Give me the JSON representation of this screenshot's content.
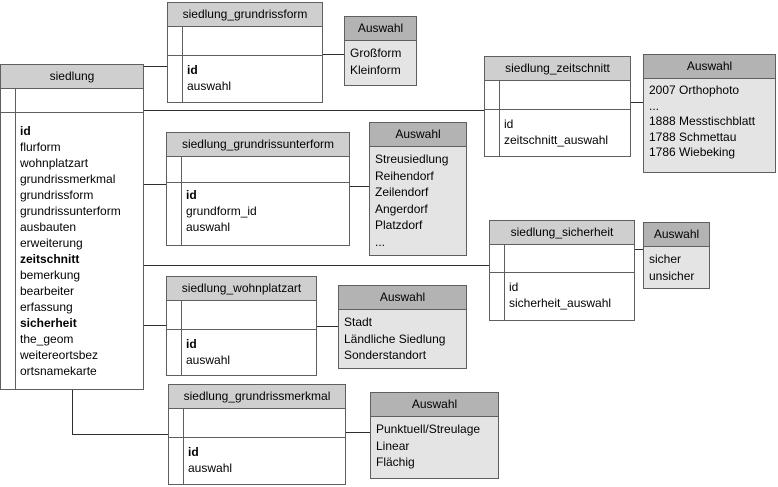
{
  "main_table": {
    "name": "siedlung",
    "fields": [
      {
        "name": "id",
        "bold": true
      },
      {
        "name": "flurform",
        "bold": false
      },
      {
        "name": "wohnplatzart",
        "bold": false
      },
      {
        "name": "grundrissmerkmal",
        "bold": false
      },
      {
        "name": "grundrissform",
        "bold": false
      },
      {
        "name": "grundrissunterform",
        "bold": false
      },
      {
        "name": "ausbauten",
        "bold": false
      },
      {
        "name": "erweiterung",
        "bold": false
      },
      {
        "name": "zeitschnitt",
        "bold": true
      },
      {
        "name": "bemerkung",
        "bold": false
      },
      {
        "name": "bearbeiter",
        "bold": false
      },
      {
        "name": "erfassung",
        "bold": false
      },
      {
        "name": "sicherheit",
        "bold": true
      },
      {
        "name": "the_geom",
        "bold": false
      },
      {
        "name": "weitereortsbez",
        "bold": false
      },
      {
        "name": "ortsnamekarte",
        "bold": false
      }
    ]
  },
  "tables": [
    {
      "id": "grundrissform",
      "name": "siedlung_grundrissform",
      "fields": [
        {
          "name": "id",
          "bold": true
        },
        {
          "name": "auswahl",
          "bold": false
        }
      ]
    },
    {
      "id": "zeitschnitt",
      "name": "siedlung_zeitschnitt",
      "fields": [
        {
          "name": "id",
          "bold": false
        },
        {
          "name": "zeitschnitt_auswahl",
          "bold": false
        }
      ]
    },
    {
      "id": "grundrissunterform",
      "name": "siedlung_grundrissunterform",
      "fields": [
        {
          "name": "id",
          "bold": true
        },
        {
          "name": "grundform_id",
          "bold": false
        },
        {
          "name": "auswahl",
          "bold": false
        }
      ]
    },
    {
      "id": "sicherheit",
      "name": "siedlung_sicherheit",
      "fields": [
        {
          "name": "id",
          "bold": false
        },
        {
          "name": "sicherheit_auswahl",
          "bold": false
        }
      ]
    },
    {
      "id": "wohnplatzart",
      "name": "siedlung_wohnplatzart",
      "fields": [
        {
          "name": "id",
          "bold": true
        },
        {
          "name": "auswahl",
          "bold": false
        }
      ]
    },
    {
      "id": "grundrissmerkmal",
      "name": "siedlung_grundrissmerkmal",
      "fields": [
        {
          "name": "id",
          "bold": true
        },
        {
          "name": "auswahl",
          "bold": false
        }
      ]
    }
  ],
  "enums": [
    {
      "id": "grundrissform",
      "title": "Auswahl",
      "values": [
        "Großform",
        "Kleinform"
      ]
    },
    {
      "id": "zeitschnitt",
      "title": "Auswahl",
      "values": [
        "2007 Orthophoto",
        "...",
        "1888 Messtischblatt",
        "1788 Schmettau",
        "1786 Wiebeking"
      ]
    },
    {
      "id": "grundrissunterform",
      "title": "Auswahl",
      "values": [
        "Streusiedlung",
        "Reihendorf",
        "Zeilendorf",
        "Angerdorf",
        "Platzdorf",
        "..."
      ]
    },
    {
      "id": "sicherheit",
      "title": "Auswahl",
      "values": [
        "sicher",
        "unsicher"
      ]
    },
    {
      "id": "wohnplatzart",
      "title": "Auswahl",
      "values": [
        "Stadt",
        "Ländliche Siedlung",
        "Sonderstandort"
      ]
    },
    {
      "id": "grundrissmerkmal",
      "title": "Auswahl",
      "values": [
        "Punktuell/Streulage",
        "Linear",
        "Flächig"
      ]
    }
  ]
}
